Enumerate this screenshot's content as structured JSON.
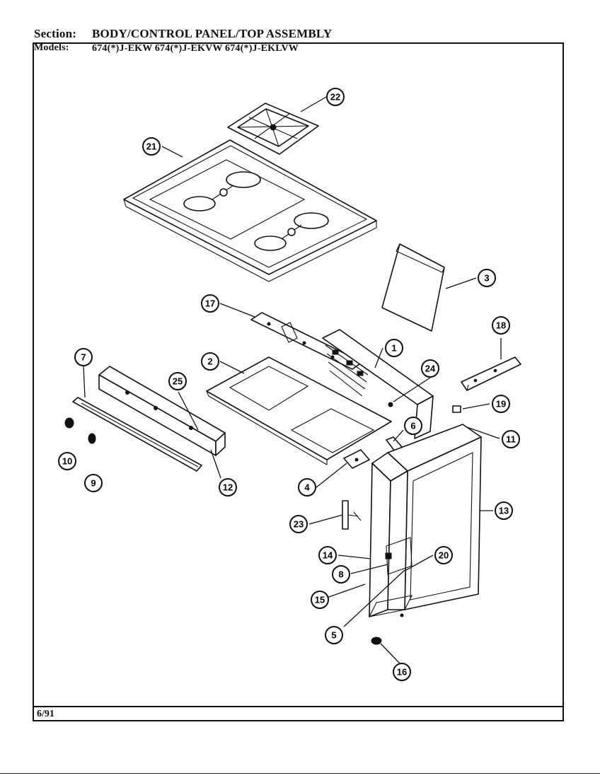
{
  "header": {
    "section_label": "Section:",
    "section_title": "BODY/CONTROL  PANEL/TOP ASSEMBLY",
    "models_label": "Models:",
    "models_list": "674(*)J-EKW  674(*)J-EKVW  674(*)J-EKLVW"
  },
  "footer": {
    "date": "6/91"
  },
  "callouts": [
    {
      "id": "c1",
      "label": "1"
    },
    {
      "id": "c2",
      "label": "2"
    },
    {
      "id": "c3",
      "label": "3"
    },
    {
      "id": "c4",
      "label": "4"
    },
    {
      "id": "c5",
      "label": "5"
    },
    {
      "id": "c6",
      "label": "6"
    },
    {
      "id": "c7",
      "label": "7"
    },
    {
      "id": "c8",
      "label": "8"
    },
    {
      "id": "c9",
      "label": "9"
    },
    {
      "id": "c10",
      "label": "10"
    },
    {
      "id": "c11",
      "label": "11"
    },
    {
      "id": "c12",
      "label": "12"
    },
    {
      "id": "c13",
      "label": "13"
    },
    {
      "id": "c14",
      "label": "14"
    },
    {
      "id": "c15",
      "label": "15"
    },
    {
      "id": "c16",
      "label": "16"
    },
    {
      "id": "c17",
      "label": "17"
    },
    {
      "id": "c18",
      "label": "18"
    },
    {
      "id": "c19",
      "label": "19"
    },
    {
      "id": "c20",
      "label": "20"
    },
    {
      "id": "c21",
      "label": "21"
    },
    {
      "id": "c22",
      "label": "22"
    },
    {
      "id": "c23",
      "label": "23"
    },
    {
      "id": "c24",
      "label": "24"
    },
    {
      "id": "c25",
      "label": "25"
    }
  ]
}
